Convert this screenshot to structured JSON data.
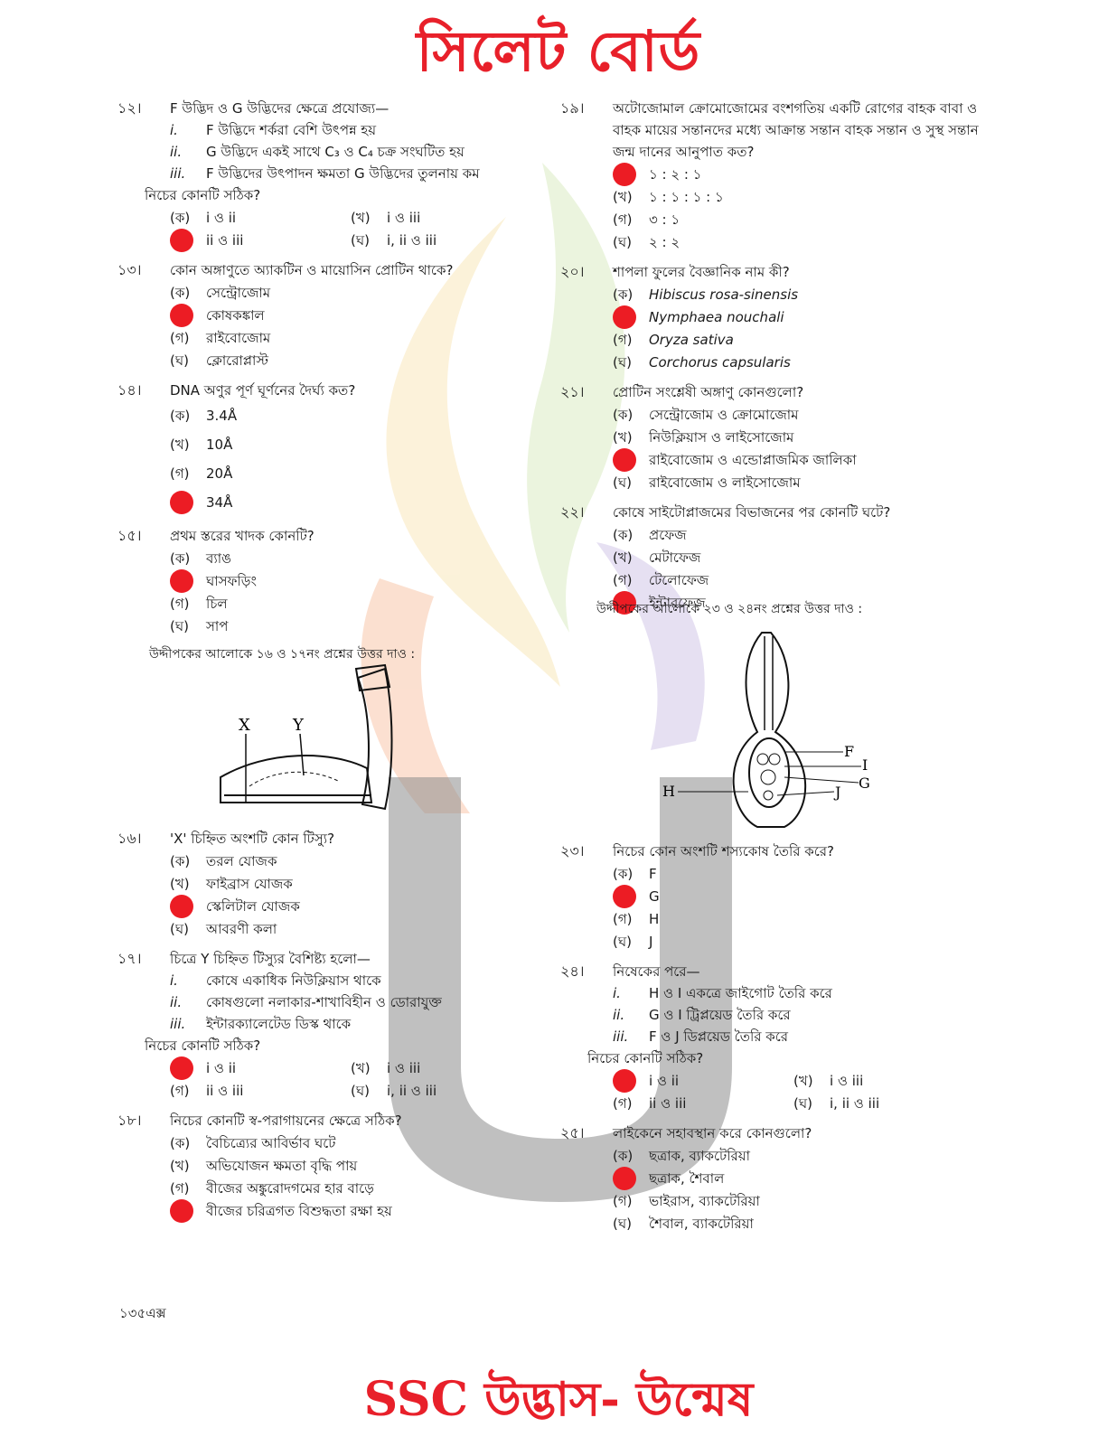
{
  "title": "সিলেট বোর্ড",
  "footer": "SSC উদ্ভাস- উন্মেষ",
  "page_code": "১৩৫এক্স",
  "colors": {
    "brand_red": "#e8202a",
    "answer_dot": "#ec1c24"
  },
  "left_questions": [
    {
      "num": "১২।",
      "text": "F উদ্ভিদ ও G উদ্ভিদের ক্ষেত্রে প্রযোজ্য—",
      "statements": [
        {
          "rn": "i.",
          "text": "F উদ্ভিদে শর্করা বেশি উৎপন্ন হয়"
        },
        {
          "rn": "ii.",
          "text": "G উদ্ভিদে একই সাথে C₃ ও C₄ চক্র সংঘটিত হয়"
        },
        {
          "rn": "iii.",
          "text": "F উদ্ভিদের উৎপাদন ক্ষমতা G উদ্ভিদের তুলনায় কম"
        }
      ],
      "ask": "নিচের কোনটি সঠিক?",
      "layout": "grid",
      "options": [
        {
          "label": "(ক)",
          "text": "i ও ii",
          "correct": false
        },
        {
          "label": "(খ)",
          "text": "i ও iii",
          "correct": false
        },
        {
          "label": "(গ)",
          "text": "ii ও iii",
          "correct": true
        },
        {
          "label": "(ঘ)",
          "text": "i, ii ও iii",
          "correct": false
        }
      ]
    },
    {
      "num": "১৩।",
      "text": "কোন অঙ্গাণুতে অ্যাকটিন ও মায়োসিন প্রোটিন থাকে?",
      "layout": "list",
      "options": [
        {
          "label": "(ক)",
          "text": "সেন্ট্রোজোম",
          "correct": false
        },
        {
          "label": "(খ)",
          "text": "কোষকঙ্কাল",
          "correct": true
        },
        {
          "label": "(গ)",
          "text": "রাইবোজোম",
          "correct": false
        },
        {
          "label": "(ঘ)",
          "text": "ক্লোরোপ্লাস্ট",
          "correct": false
        }
      ]
    },
    {
      "num": "১৪।",
      "text": "DNA অণুর পূর্ণ ঘূর্ণনের দৈর্ঘ্য কত?",
      "layout": "list-wide",
      "options": [
        {
          "label": "(ক)",
          "text": "3.4Å",
          "correct": false
        },
        {
          "label": "(খ)",
          "text": "10Å",
          "correct": false
        },
        {
          "label": "(গ)",
          "text": "20Å",
          "correct": false
        },
        {
          "label": "(ঘ)",
          "text": "34Å",
          "correct": true
        }
      ]
    },
    {
      "num": "১৫।",
      "text": "প্রথম স্তরের খাদক কোনটি?",
      "layout": "list",
      "options": [
        {
          "label": "(ক)",
          "text": "ব্যাঙ",
          "correct": false
        },
        {
          "label": "(খ)",
          "text": "ঘাসফড়িং",
          "correct": true
        },
        {
          "label": "(গ)",
          "text": "চিল",
          "correct": false
        },
        {
          "label": "(ঘ)",
          "text": "সাপ",
          "correct": false
        }
      ]
    }
  ],
  "left_lead": "উদ্দীপকের আলোকে ১৬ ও ১৭নং প্রশ্নের উত্তর দাও :",
  "arm_labels": {
    "x": "X",
    "y": "Y"
  },
  "left_questions_2": [
    {
      "num": "১৬।",
      "text": "'X' চিহ্নিত অংশটি কোন টিস্যু?",
      "layout": "list",
      "options": [
        {
          "label": "(ক)",
          "text": "তরল যোজক",
          "correct": false
        },
        {
          "label": "(খ)",
          "text": "ফাইব্রাস যোজক",
          "correct": false
        },
        {
          "label": "(গ)",
          "text": "স্কেলিটাল যোজক",
          "correct": true
        },
        {
          "label": "(ঘ)",
          "text": "আবরণী কলা",
          "correct": false
        }
      ]
    },
    {
      "num": "১৭।",
      "text": "চিত্রে Y চিহ্নিত টিস্যুর বৈশিষ্ট্য হলো—",
      "statements": [
        {
          "rn": "i.",
          "text": "কোষে একাধিক নিউক্লিয়াস থাকে"
        },
        {
          "rn": "ii.",
          "text": "কোষগুলো নলাকার-শাখাবিহীন ও ডোরাযুক্ত"
        },
        {
          "rn": "iii.",
          "text": "ইন্টারক্যালেটেড ডিস্ক থাকে"
        }
      ],
      "ask": "নিচের কোনটি সঠিক?",
      "layout": "grid",
      "options": [
        {
          "label": "(ক)",
          "text": "i ও ii",
          "correct": true
        },
        {
          "label": "(খ)",
          "text": "i ও iii",
          "correct": false
        },
        {
          "label": "(গ)",
          "text": "ii ও iii",
          "correct": false
        },
        {
          "label": "(ঘ)",
          "text": "i, ii ও iii",
          "correct": false
        }
      ]
    },
    {
      "num": "১৮।",
      "text": "নিচের কোনটি স্ব-পরাগায়নের ক্ষেত্রে সঠিক?",
      "layout": "list",
      "options": [
        {
          "label": "(ক)",
          "text": "বৈচিত্র্যের আবির্ভাব ঘটে",
          "correct": false
        },
        {
          "label": "(খ)",
          "text": "অভিযোজন ক্ষমতা বৃদ্ধি পায়",
          "correct": false
        },
        {
          "label": "(গ)",
          "text": "বীজের অঙ্কুরোদগমের হার বাড়ে",
          "correct": false
        },
        {
          "label": "(ঘ)",
          "text": "বীজের চরিত্রগত বিশুদ্ধতা রক্ষা হয়",
          "correct": true
        }
      ]
    }
  ],
  "right_questions": [
    {
      "num": "১৯।",
      "text": "অটোজোমাল ক্রোমোজোমের বংশগতিয় একটি রোগের বাহক বাবা ও বাহক মায়ের সন্তানদের মধ্যে আক্রান্ত সন্তান বাহক সন্তান ও সুস্থ সন্তান জন্ম দানের আনুপাত কত?",
      "layout": "list",
      "options": [
        {
          "label": "(ক)",
          "text": "১ : ২ : ১",
          "correct": true
        },
        {
          "label": "(খ)",
          "text": "১ : ১ : ১ : ১",
          "correct": false
        },
        {
          "label": "(গ)",
          "text": "৩ : ১",
          "correct": false
        },
        {
          "label": "(ঘ)",
          "text": "২ : ২",
          "correct": false
        }
      ]
    },
    {
      "num": "২০।",
      "text": "শাপলা ফুলের বৈজ্ঞানিক নাম কী?",
      "layout": "list",
      "italic": true,
      "options": [
        {
          "label": "(ক)",
          "text": "Hibiscus rosa-sinensis",
          "correct": false
        },
        {
          "label": "(খ)",
          "text": "Nymphaea nouchali",
          "correct": true
        },
        {
          "label": "(গ)",
          "text": "Oryza sativa",
          "correct": false
        },
        {
          "label": "(ঘ)",
          "text": "Corchorus capsularis",
          "correct": false
        }
      ]
    },
    {
      "num": "২১।",
      "text": "প্রোটিন সংশ্লেষী অঙ্গাণু কোনগুলো?",
      "layout": "list",
      "options": [
        {
          "label": "(ক)",
          "text": "সেন্ট্রোজোম ও ক্রোমোজোম",
          "correct": false
        },
        {
          "label": "(খ)",
          "text": "নিউক্লিয়াস ও লাইসোজোম",
          "correct": false
        },
        {
          "label": "(গ)",
          "text": "রাইবোজোম ও এন্ডোপ্লাজমিক জালিকা",
          "correct": true
        },
        {
          "label": "(ঘ)",
          "text": "রাইবোজোম ও লাইসোজোম",
          "correct": false
        }
      ]
    },
    {
      "num": "২২।",
      "text": "কোষে সাইটোপ্লাজমের বিভাজনের পর কোনটি ঘটে?",
      "layout": "list",
      "options": [
        {
          "label": "(ক)",
          "text": "প্রফেজ",
          "correct": false
        },
        {
          "label": "(খ)",
          "text": "মেটাফেজ",
          "correct": false
        },
        {
          "label": "(গ)",
          "text": "টেলোফেজ",
          "correct": false
        },
        {
          "label": "(ঘ)",
          "text": "ইন্টারফেজ",
          "correct": true
        }
      ]
    }
  ],
  "right_lead": "উদ্দীপকের আলোকে ২৩ ও ২৪নং প্রশ্নের উত্তর দাও :",
  "ovule_labels": {
    "f": "F",
    "g": "G",
    "h": "H",
    "i": "I",
    "j": "J"
  },
  "right_questions_2": [
    {
      "num": "২৩।",
      "text": "নিচের কোন অংশটি শস্যকোষ তৈরি করে?",
      "layout": "list",
      "options": [
        {
          "label": "(ক)",
          "text": "F",
          "correct": false
        },
        {
          "label": "(খ)",
          "text": "G",
          "correct": true
        },
        {
          "label": "(গ)",
          "text": "H",
          "correct": false
        },
        {
          "label": "(ঘ)",
          "text": "J",
          "correct": false
        }
      ]
    },
    {
      "num": "২৪।",
      "text": "নিষেকের পরে—",
      "statements": [
        {
          "rn": "i.",
          "text": "H ও I একত্রে জাইগোট তৈরি করে"
        },
        {
          "rn": "ii.",
          "text": "G ও I ট্রিপ্লয়েড তৈরি করে"
        },
        {
          "rn": "iii.",
          "text": "F ও J ডিপ্লয়েড তৈরি করে"
        }
      ],
      "ask": "নিচের কোনটি সঠিক?",
      "layout": "grid",
      "options": [
        {
          "label": "(ক)",
          "text": "i ও ii",
          "correct": true
        },
        {
          "label": "(খ)",
          "text": "i ও iii",
          "correct": false
        },
        {
          "label": "(গ)",
          "text": "ii ও iii",
          "correct": false
        },
        {
          "label": "(ঘ)",
          "text": "i, ii ও iii",
          "correct": false
        }
      ]
    },
    {
      "num": "২৫।",
      "text": "লাইকেনে সহাবস্থান করে কোনগুলো?",
      "layout": "list",
      "options": [
        {
          "label": "(ক)",
          "text": "ছত্রাক, ব্যাকটেরিয়া",
          "correct": false
        },
        {
          "label": "(খ)",
          "text": "ছত্রাক, শৈবাল",
          "correct": true
        },
        {
          "label": "(গ)",
          "text": "ভাইরাস, ব্যাকটেরিয়া",
          "correct": false
        },
        {
          "label": "(ঘ)",
          "text": "শৈবাল, ব্যাকটেরিয়া",
          "correct": false
        }
      ]
    }
  ]
}
